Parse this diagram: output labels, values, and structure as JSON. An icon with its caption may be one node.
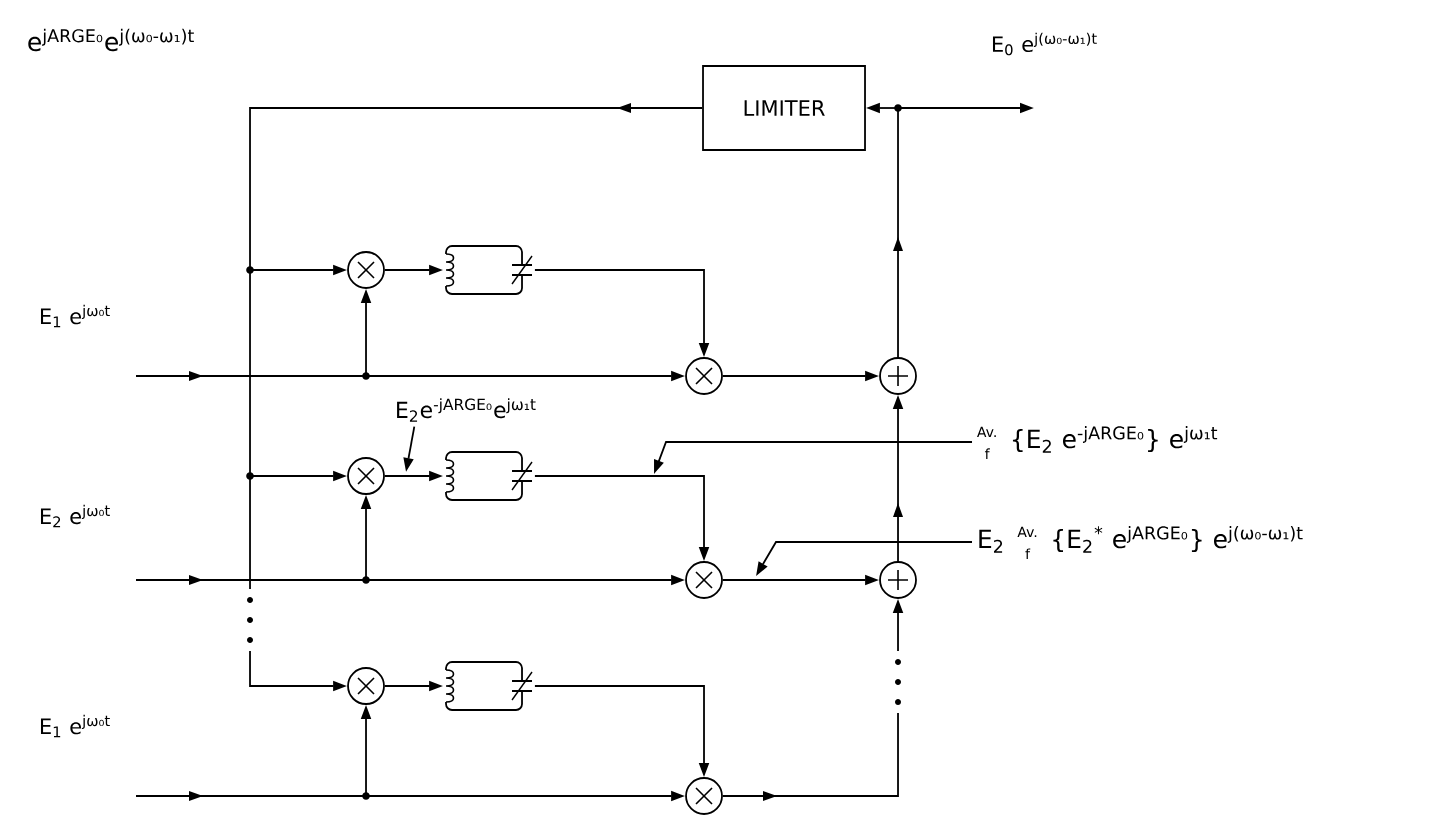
{
  "diagram": {
    "nodes": [
      {
        "text": [
          "LIMITER"
        ]
      },
      {
        "text": [],
        "shape": "circle"
      },
      {
        "text": [],
        "shape": "picture"
      },
      {
        "text": [],
        "shape": "circle"
      },
      {
        "text": [],
        "shape": "circle"
      },
      {
        "text": [
          "E$_{2}$e$^{-jARGE₀}$e$^{jω₁t}$"
        ]
      },
      {
        "text": [
          "Av.",
          "f",
          "{E$_{2}$ e$^{-jARGE₀}$} e$^{jω₁t}$"
        ]
      },
      {
        "text": [],
        "shape": "circle"
      },
      {
        "text": [],
        "shape": "picture"
      },
      {
        "text": [
          "E$_{2}$",
          "Av.",
          "f",
          "{E$_{2}$$^{*}$ e$^{jARGE₀}$} e$^{j(ω₀-ω₁)t}$"
        ]
      },
      {
        "text": [],
        "shape": "circle"
      },
      {
        "text": [],
        "shape": "circle"
      },
      {
        "text": [],
        "shape": "dots"
      },
      {
        "text": [],
        "shape": "circle"
      },
      {
        "text": [],
        "shape": "picture"
      },
      {
        "text": [],
        "shape": "dots"
      },
      {
        "text": [],
        "shape": "circle"
      }
    ],
    "edges": [
      {
        "from": 0,
        "to": 1,
        "arrow": "to"
      },
      {
        "from": 0,
        "to": 7,
        "arrow": "to"
      },
      {
        "from": 0,
        "to": 12,
        "arrow": "to"
      },
      {
        "from": 12,
        "to": 13,
        "arrow": "to"
      },
      {
        "from": null,
        "to": 1,
        "arrow": "to"
      },
      {
        "from": null,
        "to": 3,
        "arrow": "to"
      },
      {
        "from": 1,
        "to": 2,
        "arrow": "to"
      },
      {
        "from": 2,
        "to": 3,
        "arrow": "to"
      },
      {
        "from": 3,
        "to": 4,
        "arrow": "to"
      },
      {
        "from": 4,
        "to": 0,
        "arrow": "to"
      },
      {
        "from": 4,
        "to": null,
        "arrow": "to"
      },
      {
        "from": 5,
        "to": null,
        "arrow": "to"
      },
      {
        "from": 6,
        "to": null,
        "arrow": "to"
      },
      {
        "from": 7,
        "to": 8,
        "arrow": "to"
      },
      {
        "from": 8,
        "to": 10,
        "arrow": "to"
      },
      {
        "from": null,
        "to": 7,
        "arrow": "to"
      },
      {
        "from": null,
        "to": 10,
        "arrow": "to"
      },
      {
        "from": 10,
        "to": 11,
        "arrow": "to"
      },
      {
        "from": 11,
        "to": 4,
        "arrow": "to"
      },
      {
        "from": 9,
        "to": null,
        "arrow": "to"
      },
      {
        "from": 13,
        "to": 14,
        "arrow": "to"
      },
      {
        "from": 14,
        "to": 16,
        "arrow": "to"
      },
      {
        "from": null,
        "to": 13,
        "arrow": "to"
      },
      {
        "from": null,
        "to": 16,
        "arrow": "to"
      },
      {
        "from": 16,
        "to": 15,
        "arrow": "to"
      },
      {
        "from": 15,
        "to": 11,
        "arrow": "to"
      }
    ],
    "labels": [
      "e$^{jARGE₀}$e$^{j(ω₀-ω₁)t}$",
      "E$_{0}$ e$^{j(ω₀-ω₁)t}$",
      "E$_{1}$ e$^{jω₀t}$",
      "E$_{2}$ e$^{jω₀t}$",
      "E$_{1}$ e$^{jω₀t}$"
    ]
  }
}
